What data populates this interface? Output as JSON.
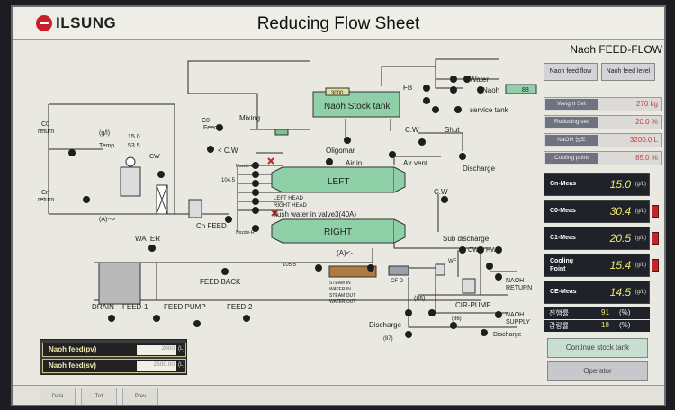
{
  "header": {
    "logo_text": "ILSUNG",
    "title": "Reducing Flow Sheet"
  },
  "diagram": {
    "labels": {
      "water_top": "Water",
      "naoh_top": "Naoh",
      "naoh_top_value": "88",
      "fb": "FB",
      "service_tank": "service tank",
      "stock_tank": "Naoh Stock tank",
      "stock_tank_level": "3000",
      "mixing": "Mixing",
      "cw_top": "C.W",
      "shut": "Shut",
      "discharge_top": "Discharge",
      "oligomar": "Oligomar",
      "air_in": "Air in",
      "air_vent": "Air vent",
      "c0_return": "C0\nreturn",
      "c0_feed": "C0\nFeed",
      "cw_left": "< C.W",
      "gl": "(g/l)",
      "gl_val": "15.0",
      "temp": "Temp",
      "temp_val": "53.5",
      "cw_small": "CW",
      "cn_return": "Cn\nreturn",
      "arrow_a_left": "(A)-->",
      "cn_feed": "Cn FEED",
      "nozzle_l": "Nozzle-L",
      "nozzle_r": "Nozzle-R",
      "val_1045": "104.5",
      "val_1055": "105.5",
      "left_head": "LEFT HEAD",
      "right_head": "RIGHT HEAD",
      "left": "LEFT",
      "right": "RIGHT",
      "flush": "flush water in valve3(40A)",
      "cw_mid": "C.W",
      "water_mid": "WATER",
      "feed_back": "FEED BACK",
      "drain": "DRAIN",
      "feed_1": "FEED-1",
      "feed_pump": "FEED PUMP",
      "feed_2": "FEED-2",
      "arrow_a_mid": "(A)<-",
      "steam_in": "STEAM IN",
      "water_in": "WATER IN",
      "steam_out": "STEAM OUT",
      "water_out": "WATER OUT",
      "cf_d": "CF-D",
      "val_85": "(85)",
      "val_86": "(86)",
      "val_87": "(87)",
      "sub_discharge": "Sub discharge",
      "cw_r": "CW",
      "hw_r": "HW",
      "wf": "WF",
      "naoh_return": "NAOH\nRETURN",
      "cir_pump": "CIR-PUMP",
      "naoh_supply": "NAOH\nSUPPLY",
      "discharge_mid": "Discharge",
      "discharge_bot": "Discharge"
    }
  },
  "right_panel": {
    "title": "Naoh FEED-FLOW",
    "tabs": [
      "Naoh feed flow",
      "Naoh feed level"
    ],
    "settings": [
      {
        "label": "Weight Set",
        "value": "270",
        "unit": "kg"
      },
      {
        "label": "Reducing set",
        "value": "20.0",
        "unit": "%"
      },
      {
        "label": "NaOH 농도",
        "value": "3200.0",
        "unit": "L"
      },
      {
        "label": "Cooling point",
        "value": "85.0",
        "unit": "%"
      }
    ],
    "measurements": [
      {
        "label": "Cn-Meas",
        "value": "15.0",
        "unit": "(g/L)"
      },
      {
        "label": "C0-Meas",
        "value": "30.4",
        "unit": "(g/L)"
      },
      {
        "label": "C1-Meas",
        "value": "20.5",
        "unit": "(g/L)"
      },
      {
        "label": "Cooling\nPoint",
        "value": "15.4",
        "unit": "(g/L)"
      },
      {
        "label": "CE-Meas",
        "value": "14.5",
        "unit": "(g/L)"
      }
    ],
    "korean": [
      {
        "label": "진행률",
        "value": "91",
        "unit": "(%)"
      },
      {
        "label": "감량률",
        "value": "18",
        "unit": "(%)"
      }
    ],
    "continue_button": "Continue stock tank",
    "operator_button": "Operator"
  },
  "feed_panel": {
    "pv_label": "Naoh feed(pv)",
    "pv_value": "2000",
    "pv_unit": "(L)",
    "sv_label": "Naoh feed(sv)",
    "sv_value": "2500.00",
    "sv_unit": "(L)"
  },
  "bottom_bar": {
    "buttons": [
      "Data",
      "Trd",
      "Prev"
    ]
  },
  "colors": {
    "tank_green": "#8fd0a8",
    "alarm_red": "#c0262a",
    "meas_yellow": "#f1e86a"
  }
}
